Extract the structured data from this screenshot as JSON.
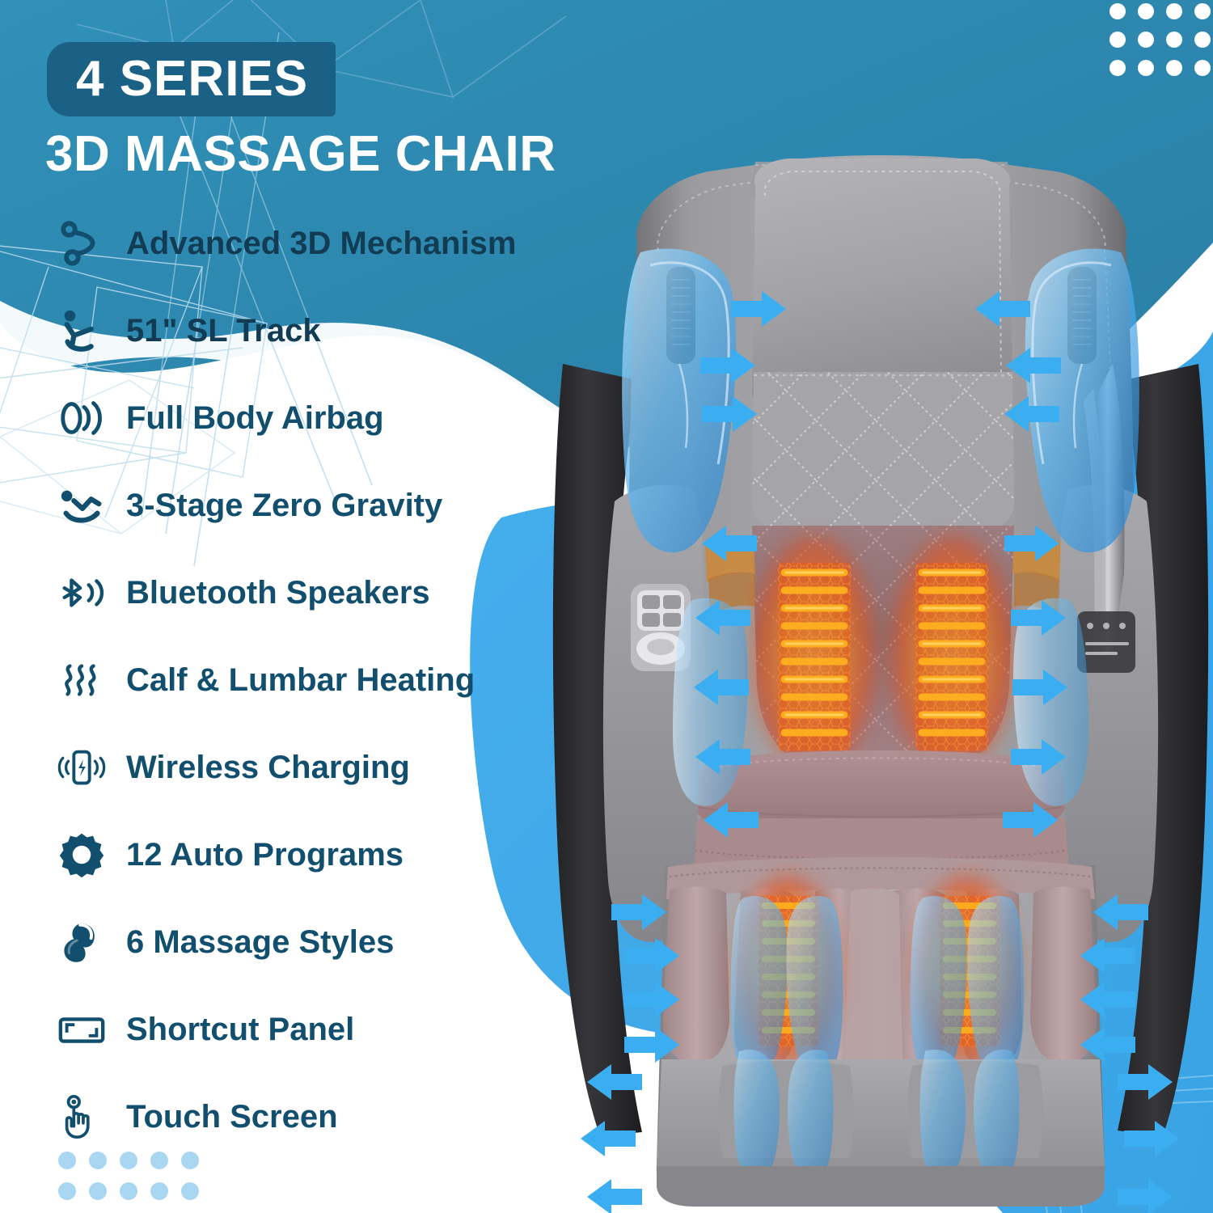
{
  "brand": {
    "badge_label": "4 SERIES",
    "headline": "3D MASSAGE CHAIR"
  },
  "colors": {
    "badge_bg": "#1b6186",
    "headline_text": "#ffffff",
    "feature_text": "#124f6e",
    "blob_teal": "#2d87ae",
    "blob_blue": "#3aa8e8",
    "dot_light": "#a9d6f0",
    "dot_white": "#ffffff",
    "heat_orange": "#f79e1b",
    "heat_red": "#e03a12",
    "airbag_blue": "#3fa9f5",
    "arrow_blue": "#3aaef0",
    "leather_grey": "#9a9a9d",
    "leather_dark": "#2e2e31",
    "leather_mauve": "#a9888a"
  },
  "features": [
    {
      "icon": "mechanism-3d-icon",
      "label": "Advanced 3D Mechanism",
      "on_blue": true
    },
    {
      "icon": "sl-track-seat-icon",
      "label": "51\" SL Track",
      "on_blue": true
    },
    {
      "icon": "airbag-wave-icon",
      "label": "Full Body Airbag",
      "on_blue": false
    },
    {
      "icon": "zero-gravity-icon",
      "label": "3-Stage Zero Gravity",
      "on_blue": false
    },
    {
      "icon": "bluetooth-speaker-icon",
      "label": "Bluetooth Speakers",
      "on_blue": false
    },
    {
      "icon": "heating-waves-icon",
      "label": "Calf & Lumbar Heating",
      "on_blue": false
    },
    {
      "icon": "wireless-charging-icon",
      "label": "Wireless Charging",
      "on_blue": false
    },
    {
      "icon": "gear-icon",
      "label": "12 Auto Programs",
      "on_blue": false
    },
    {
      "icon": "massage-hand-icon",
      "label": "6 Massage Styles",
      "on_blue": false
    },
    {
      "icon": "shortcut-panel-icon",
      "label": "Shortcut Panel",
      "on_blue": false
    },
    {
      "icon": "touch-screen-icon",
      "label": "Touch Screen",
      "on_blue": false
    }
  ],
  "decor": {
    "dots_bottom_left": {
      "name": "dot-grid-bottom-left",
      "rows": 3,
      "cols": 5,
      "radius": 11,
      "spacing": 38,
      "color": "#a9d6f0"
    },
    "dots_top_right": {
      "name": "dot-grid-top-right",
      "rows": 3,
      "cols": 5,
      "radius": 10,
      "spacing": 35,
      "color": "#ffffff"
    },
    "line_art": "polygonal-line-art"
  },
  "product_image": {
    "name": "massage-chair-front-view",
    "alt": "Grey leather 3D massage chair front view with highlighted airbags and heating zones",
    "callouts": {
      "airbag_arrows": "blue directional arrows indicating airbag compression",
      "heat_zones": "orange-red glowing lumbar and calf heating elements",
      "shoulder_airbags": "translucent blue shoulder airbags",
      "calf_airbags": "translucent blue calf and foot airbags",
      "armrest_panel": "silver shortcut control panel on left armrest"
    }
  }
}
